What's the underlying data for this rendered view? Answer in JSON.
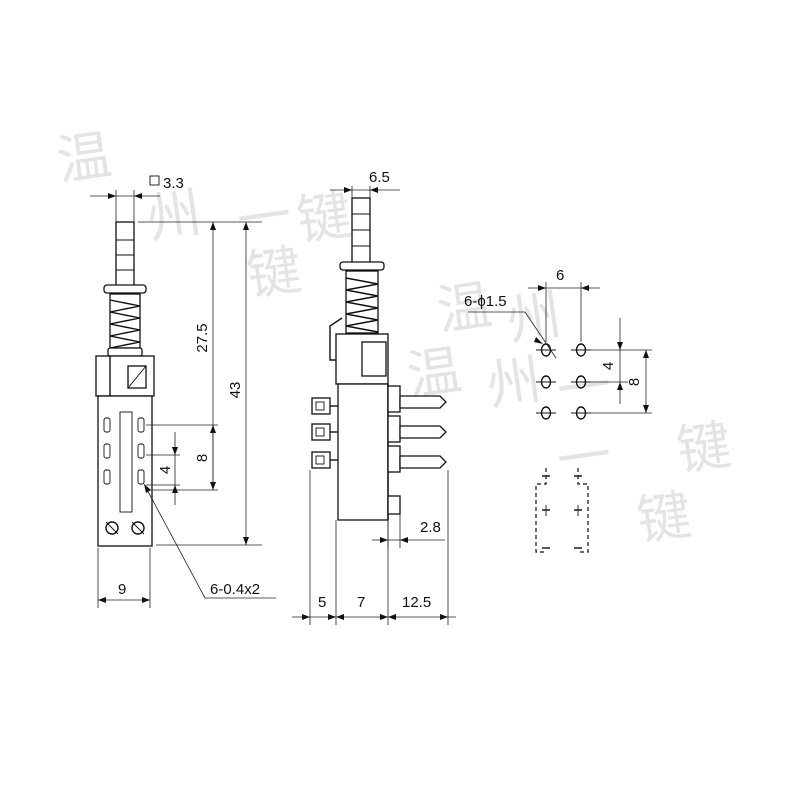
{
  "front_view": {
    "dim_stem": "3.3",
    "dim_stroke": "27.5",
    "dim_total_height": "43",
    "dim_pin_row_span": "8",
    "dim_pin_pitch": "4",
    "dim_width": "9",
    "dim_terminal": "6-0.4x2"
  },
  "side_view": {
    "dim_stem_width": "6.5",
    "dim_pin_offset": "2.8",
    "dim_left": "5",
    "dim_body": "7",
    "dim_right": "12.5"
  },
  "pcb_view": {
    "dim_col_pitch": "6",
    "dim_holes": "6-ϕ1.5",
    "dim_row_pitch": "4",
    "dim_row_span": "8"
  },
  "watermark": {
    "a": "温",
    "b": "州",
    "c": "一",
    "d": "键"
  }
}
